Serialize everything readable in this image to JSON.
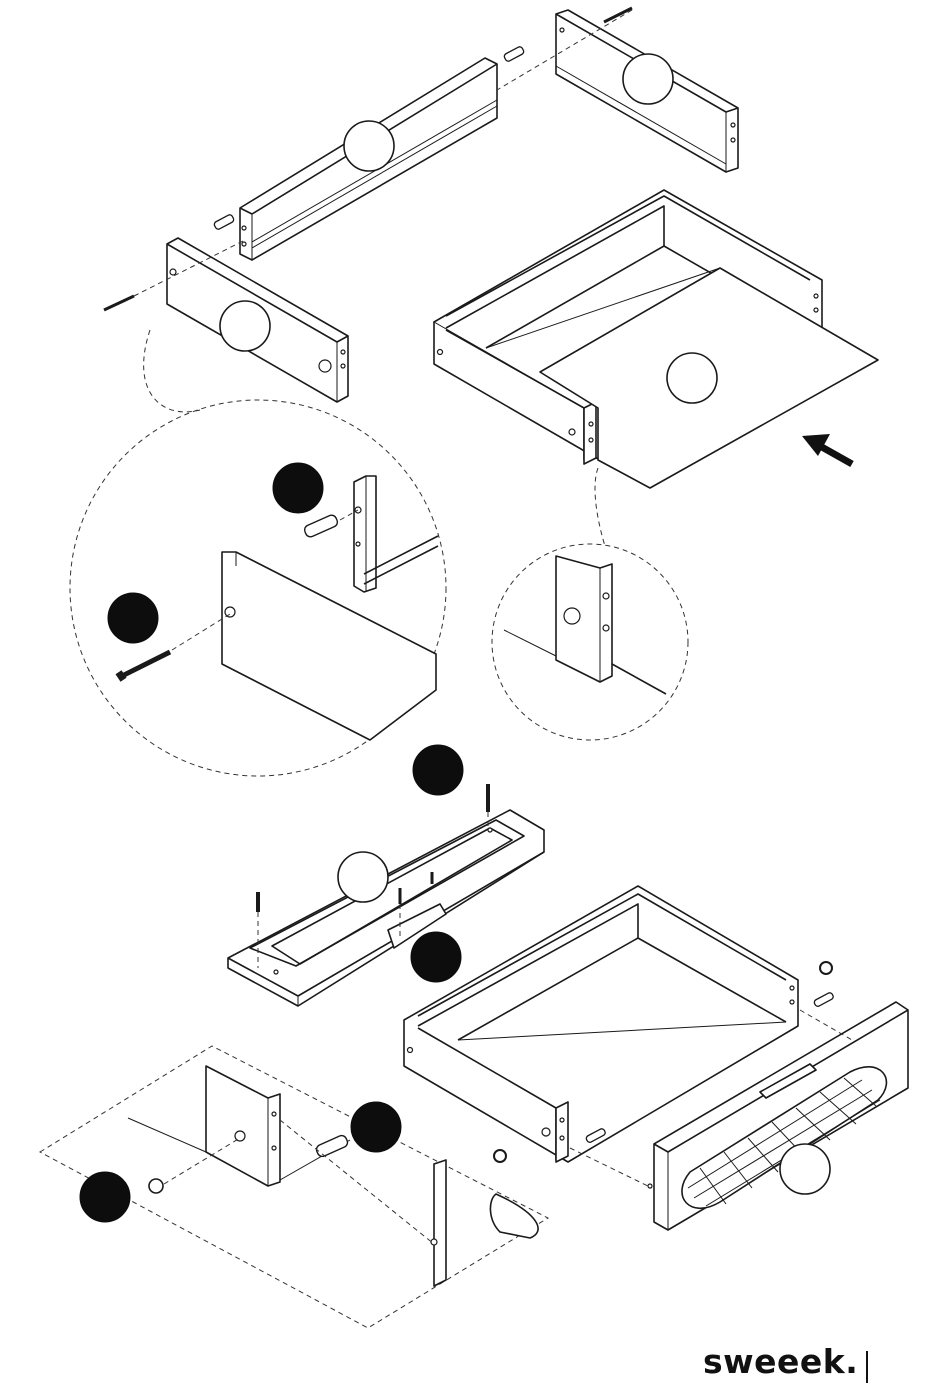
{
  "brand": {
    "name": "sweeek."
  },
  "step_badges": {
    "empty": [
      "back-panel",
      "side-panel-right",
      "side-panel-left",
      "bottom-panel",
      "drawer-front-top-bar",
      "drawer-front-mesh"
    ],
    "filled": [
      "dowel-detail",
      "screw-detail",
      "screw-top",
      "bracket",
      "dowel-bottom",
      "cam-lock"
    ]
  },
  "colors": {
    "line": "#1a1a1a",
    "badge_fill": "#0d0d0d",
    "background": "#ffffff"
  },
  "icons": [
    "screw-icon",
    "dowel-icon",
    "cam-lock-icon",
    "arrow-icon"
  ]
}
